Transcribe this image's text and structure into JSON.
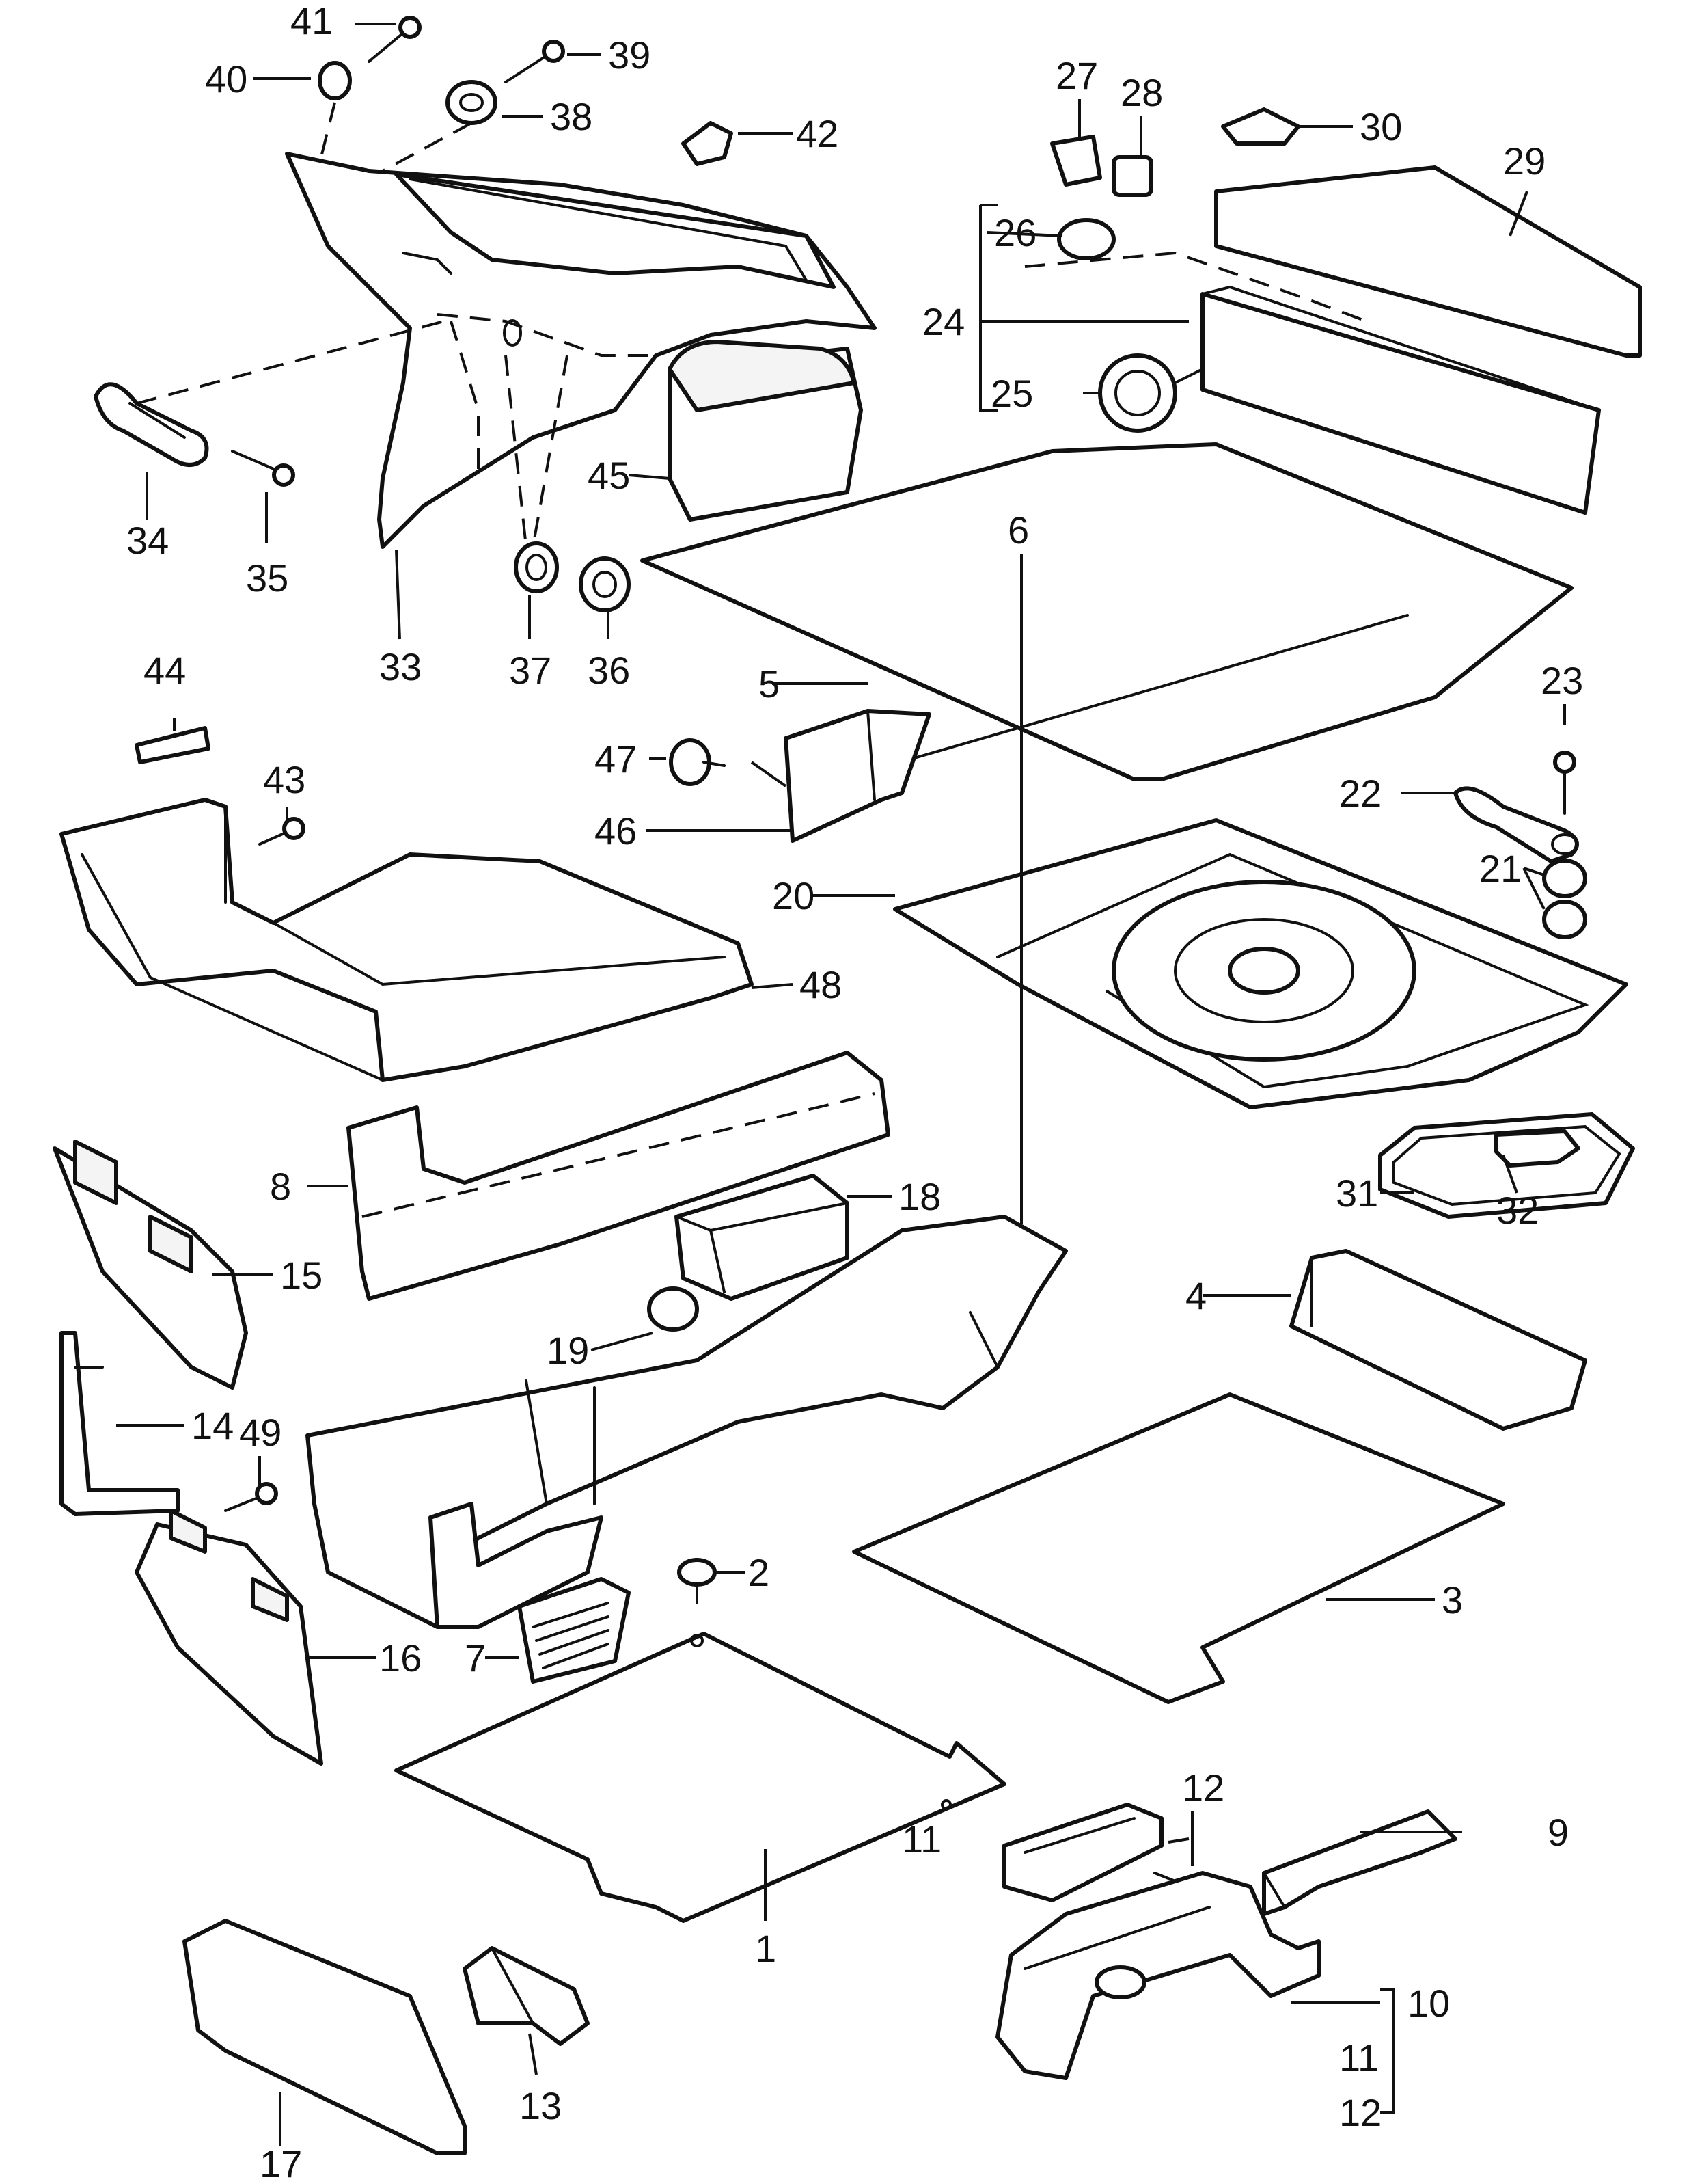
{
  "callouts": [
    {
      "id": "c1",
      "text": "1"
    },
    {
      "id": "c2",
      "text": "2"
    },
    {
      "id": "c3",
      "text": "3"
    },
    {
      "id": "c4",
      "text": "4"
    },
    {
      "id": "c5",
      "text": "5"
    },
    {
      "id": "c6",
      "text": "6"
    },
    {
      "id": "c7",
      "text": "7"
    },
    {
      "id": "c8",
      "text": "8"
    },
    {
      "id": "c9",
      "text": "9"
    },
    {
      "id": "c10",
      "text": "10"
    },
    {
      "id": "c11a",
      "text": "11"
    },
    {
      "id": "c11b",
      "text": "11"
    },
    {
      "id": "c12a",
      "text": "12"
    },
    {
      "id": "c12b",
      "text": "12"
    },
    {
      "id": "c13",
      "text": "13"
    },
    {
      "id": "c14",
      "text": "14"
    },
    {
      "id": "c15",
      "text": "15"
    },
    {
      "id": "c16",
      "text": "16"
    },
    {
      "id": "c17",
      "text": "17"
    },
    {
      "id": "c18",
      "text": "18"
    },
    {
      "id": "c19",
      "text": "19"
    },
    {
      "id": "c20",
      "text": "20"
    },
    {
      "id": "c21",
      "text": "21"
    },
    {
      "id": "c22",
      "text": "22"
    },
    {
      "id": "c23",
      "text": "23"
    },
    {
      "id": "c24",
      "text": "24"
    },
    {
      "id": "c25",
      "text": "25"
    },
    {
      "id": "c26",
      "text": "26"
    },
    {
      "id": "c27",
      "text": "27"
    },
    {
      "id": "c28",
      "text": "28"
    },
    {
      "id": "c29",
      "text": "29"
    },
    {
      "id": "c30",
      "text": "30"
    },
    {
      "id": "c31",
      "text": "31"
    },
    {
      "id": "c32",
      "text": "32"
    },
    {
      "id": "c33",
      "text": "33"
    },
    {
      "id": "c34",
      "text": "34"
    },
    {
      "id": "c35",
      "text": "35"
    },
    {
      "id": "c36",
      "text": "36"
    },
    {
      "id": "c37",
      "text": "37"
    },
    {
      "id": "c38",
      "text": "38"
    },
    {
      "id": "c39",
      "text": "39"
    },
    {
      "id": "c40",
      "text": "40"
    },
    {
      "id": "c41",
      "text": "41"
    },
    {
      "id": "c42",
      "text": "42"
    },
    {
      "id": "c43",
      "text": "43"
    },
    {
      "id": "c44",
      "text": "44"
    },
    {
      "id": "c45",
      "text": "45"
    },
    {
      "id": "c46",
      "text": "46"
    },
    {
      "id": "c47",
      "text": "47"
    },
    {
      "id": "c48",
      "text": "48"
    },
    {
      "id": "c49",
      "text": "49"
    }
  ]
}
